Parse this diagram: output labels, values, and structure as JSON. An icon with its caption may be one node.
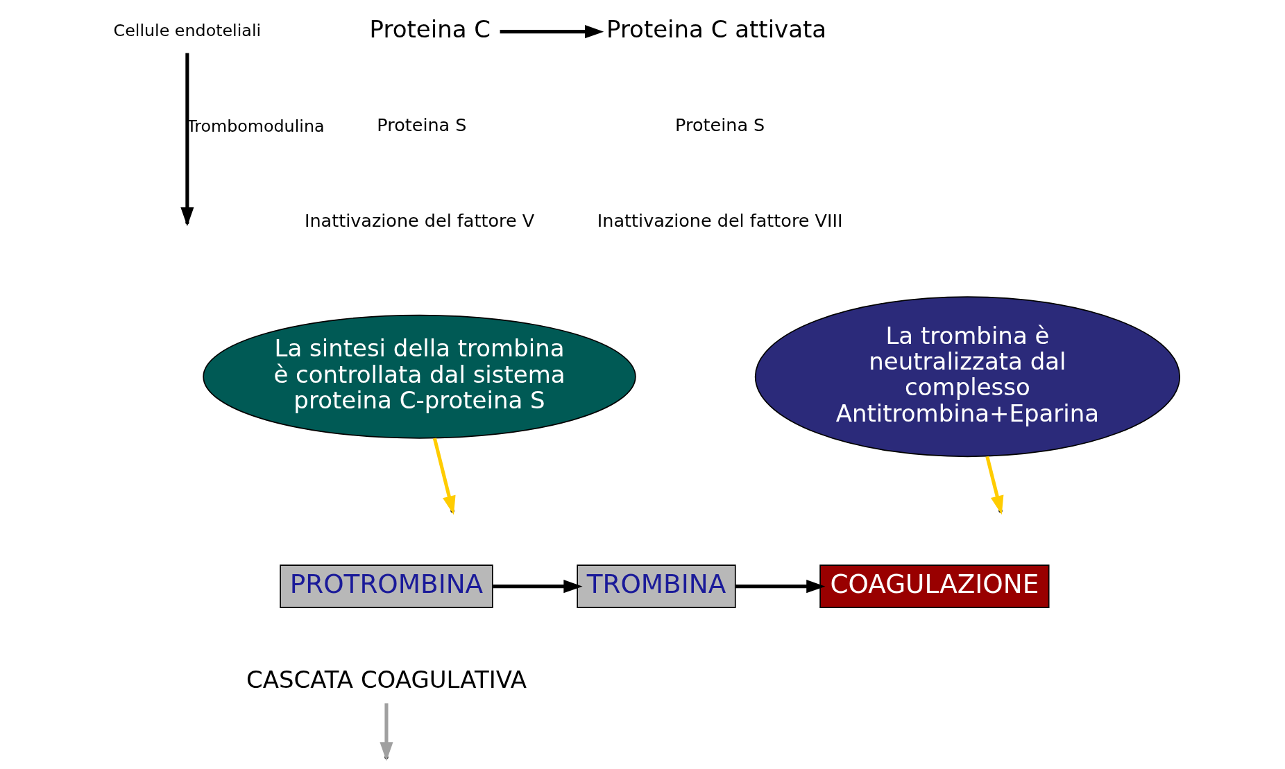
{
  "diagram": {
    "nodes": [
      {
        "text": [
          "Cellule endoteliali"
        ]
      },
      {
        "text": [
          "Proteina C"
        ]
      },
      {
        "text": [
          "Proteina C attivata"
        ]
      },
      {
        "text": [
          "La sintesi della trombina è controllata dal sistema proteina C-proteina S"
        ]
      },
      {
        "text": [
          "La trombina è neutralizzata dal complesso Antitrombina+Eparina"
        ]
      },
      {
        "text": [
          "PROTROMBINA"
        ]
      },
      {
        "text": [
          "TROMBINA"
        ]
      },
      {
        "text": [
          "COAGULAZIONE"
        ]
      },
      {
        "text": [
          "CASCATA COAGULATIVA"
        ]
      }
    ],
    "edges": [
      {
        "from": 0,
        "to": null,
        "arrow": "to",
        "label": "Trombomodulina"
      },
      {
        "from": 1,
        "to": 2,
        "arrow": "to"
      },
      {
        "from": 3,
        "to": null,
        "arrow": "to",
        "color": "#ffcc00"
      },
      {
        "from": 4,
        "to": null,
        "arrow": "to",
        "color": "#ffcc00"
      },
      {
        "from": 5,
        "to": 6,
        "arrow": "to"
      },
      {
        "from": 6,
        "to": 7,
        "arrow": "to"
      },
      {
        "from": 8,
        "to": null,
        "arrow": "to",
        "color": "#a0a0a0"
      }
    ],
    "labels": [
      "Proteina S",
      "Proteina S",
      "Inattivazione del fattore V",
      "Inattivazione del fattore VIII"
    ]
  }
}
